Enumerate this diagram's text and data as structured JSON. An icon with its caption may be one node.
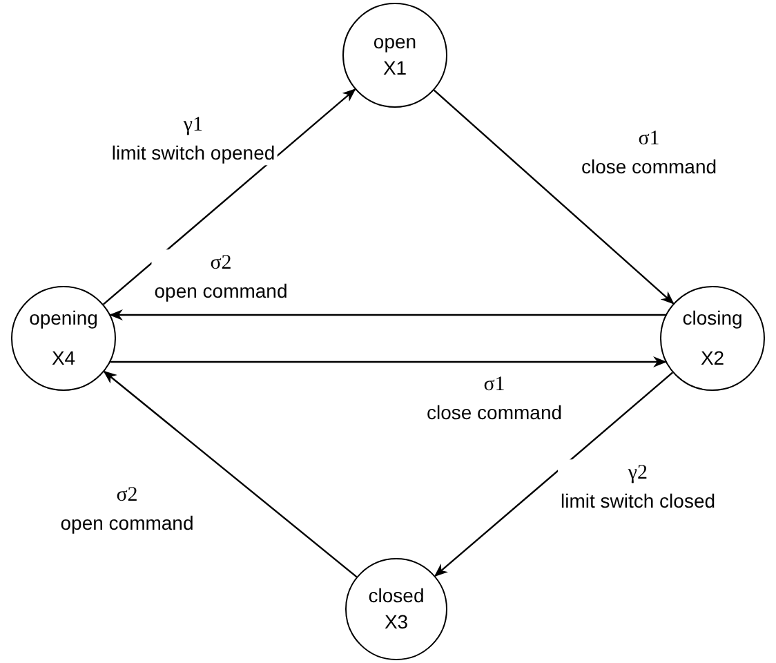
{
  "diagram": {
    "nodes": [
      {
        "text": [
          "open",
          "X1"
        ]
      },
      {
        "text": [
          "closing",
          "X2"
        ]
      },
      {
        "text": [
          "closed",
          "X3"
        ]
      },
      {
        "text": [
          "opening",
          "X4"
        ]
      }
    ],
    "edges": [
      {
        "from": 3,
        "to": 0,
        "arrow": "to",
        "label": "γ1 limit switch opened"
      },
      {
        "from": 0,
        "to": 1,
        "arrow": "to",
        "label": "σ1 close command"
      },
      {
        "from": 1,
        "to": 3,
        "arrow": "to",
        "label": "σ2 open command"
      },
      {
        "from": 3,
        "to": 1,
        "arrow": "to",
        "label": "σ1 close command"
      },
      {
        "from": 1,
        "to": 2,
        "arrow": "to",
        "label": "γ2 limit switch closed"
      },
      {
        "from": 2,
        "to": 3,
        "arrow": "to",
        "label": "σ2 open command"
      }
    ]
  }
}
